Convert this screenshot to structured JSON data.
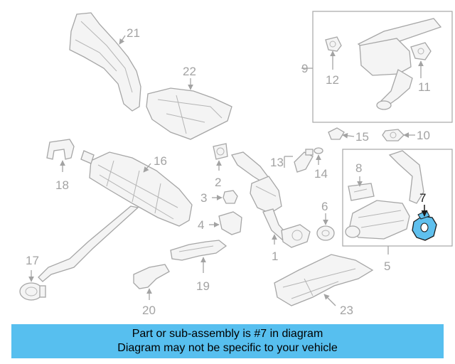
{
  "diagram": {
    "highlight_color": "#5fc0ee",
    "callouts": [
      "1",
      "2",
      "3",
      "4",
      "5",
      "6",
      "7",
      "8",
      "9",
      "10",
      "11",
      "12",
      "13",
      "14",
      "15",
      "16",
      "17",
      "18",
      "19",
      "20",
      "21",
      "22",
      "23"
    ],
    "highlighted_callout": "7"
  },
  "banner": {
    "line1": "Part or sub-assembly is #7 in diagram",
    "line2": "Diagram may not be specific to your vehicle",
    "background": "#57bfef"
  }
}
